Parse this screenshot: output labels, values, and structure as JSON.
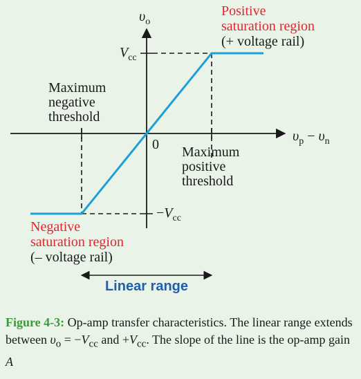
{
  "axes": {
    "y_label_italic": "υ",
    "y_label_sub": "o",
    "x_label": "υ",
    "x_label_sub_p": "p",
    "x_label_minus": " − ",
    "x_label_v": "υ",
    "x_label_sub_n": "n",
    "origin_label": "0"
  },
  "ticks": {
    "vcc_top_main": "V",
    "vcc_top_sub": "cc",
    "vcc_bottom_prefix": "−",
    "vcc_bottom_main": "V",
    "vcc_bottom_sub": "cc"
  },
  "labels": {
    "positive_saturation": [
      "Positive",
      "saturation region",
      "(+ voltage rail)"
    ],
    "negative_saturation": [
      "Negative",
      "saturation region",
      "(– voltage rail)"
    ],
    "max_negative_threshold": [
      "Maximum",
      "negative",
      "threshold"
    ],
    "max_positive_threshold": [
      "Maximum",
      "positive",
      "threshold"
    ],
    "linear_range": "Linear range"
  },
  "caption": {
    "figure_label": "Figure 4-3:",
    "part1": " Op-amp transfer characteristics. The linear range extends between ",
    "v1": "υ",
    "v1_sub": "o",
    "eq1": " = −",
    "v2": "V",
    "v2_sub": "cc",
    "and": " and +",
    "v3": "V",
    "v3_sub": "cc",
    "part2": ". The slope of the line is the op-amp gain ",
    "gain": "A"
  },
  "colors": {
    "transfer_line": "#1f9fd9",
    "red_text": "#e0262d",
    "blue_text": "#1f5fae",
    "fig_label": "#3a9a3a",
    "background": "#e9f3e8"
  }
}
